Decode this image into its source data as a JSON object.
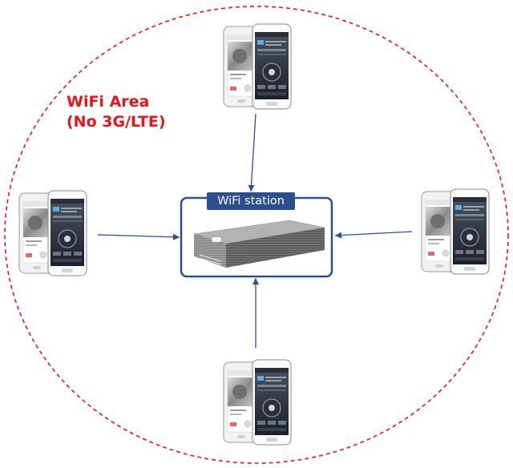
{
  "area": {
    "title": "WiFi Area",
    "subtitle": "(No 3G/LTE)",
    "border_color": "#e8141b"
  },
  "station": {
    "label": "WiFi station",
    "accent_color": "#2b4f8f"
  },
  "devices": [
    {
      "name": "top-phone-pair"
    },
    {
      "name": "left-phone-pair"
    },
    {
      "name": "right-phone-pair"
    },
    {
      "name": "bottom-phone-pair"
    }
  ],
  "arrow_color": "#2b4f8f"
}
